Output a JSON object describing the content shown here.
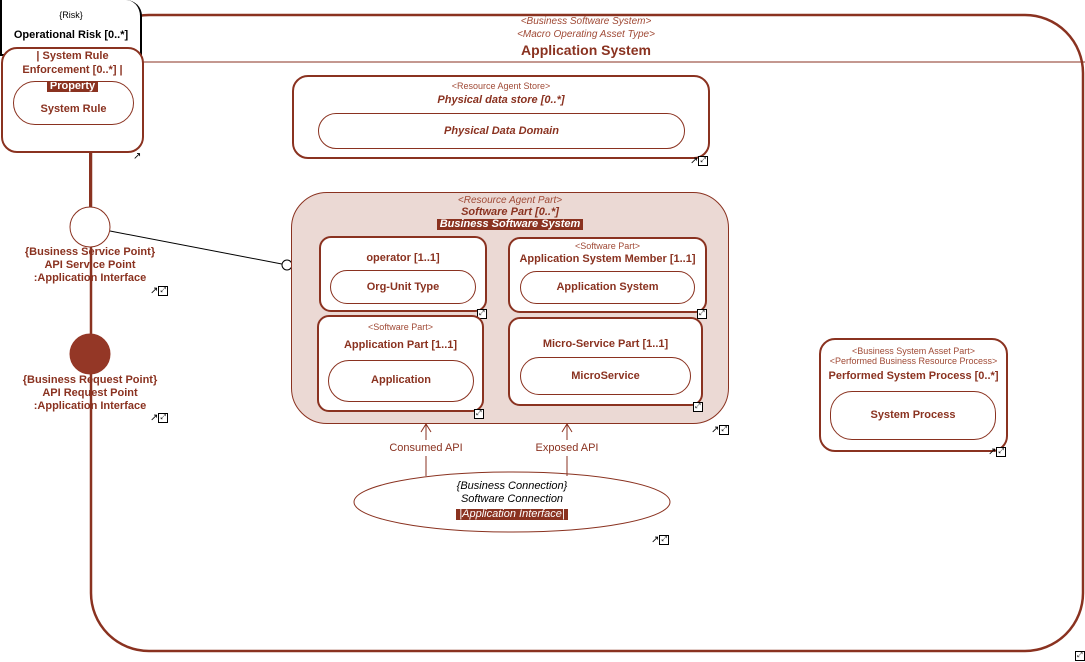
{
  "app_system": {
    "stereo1": "<Business Software System>",
    "stereo2": "<Macro Operating Asset Type>",
    "title": "Application System"
  },
  "risk": {
    "stereo": "{Risk}",
    "title": "Operational Risk [0..*]"
  },
  "rule": {
    "title_line1": "| System Rule",
    "title_line2": "Enforcement [0..*] |",
    "badge": "Property",
    "pill": "System Rule"
  },
  "data_store": {
    "stereo": "<Resource Agent Store>",
    "title": "Physical data store [0..*]",
    "pill": "Physical Data Domain"
  },
  "software_part": {
    "stereo": "<Resource Agent Part>",
    "title": "Software Part [0..*]",
    "badge": "Business Software System"
  },
  "operator": {
    "title": "operator [1..1]",
    "pill": "Org-Unit Type"
  },
  "member": {
    "stereo": "<Software Part>",
    "title": "Application System Member [1..1]",
    "pill": "Application System"
  },
  "app_part": {
    "stereo": "<Software Part>",
    "title": "Application Part [1..1]",
    "pill": "Application"
  },
  "micro": {
    "title": "Micro-Service Part [1..1]",
    "pill": "MicroService"
  },
  "process": {
    "stereo1": "<Business System Asset Part>",
    "stereo2": "<Performed Business Resource Process>",
    "title": "Performed System Process [0..*]",
    "pill": "System Process"
  },
  "service_point": {
    "line1": "{Business Service Point}",
    "line2": "API Service Point",
    "line3": ":Application Interface"
  },
  "request_point": {
    "line1": "{Business Request Point}",
    "line2": "API Request Point",
    "line3": ":Application Interface"
  },
  "connection": {
    "line1": "{Business Connection}",
    "line2": "Software Connection",
    "line3": "|Application Interface|"
  },
  "labels": {
    "consumed": "Consumed API",
    "exposed": "Exposed API"
  },
  "colors": {
    "stroke": "#8a3220",
    "part_fill": "#ebd9d4",
    "request_fill": "#943726"
  }
}
